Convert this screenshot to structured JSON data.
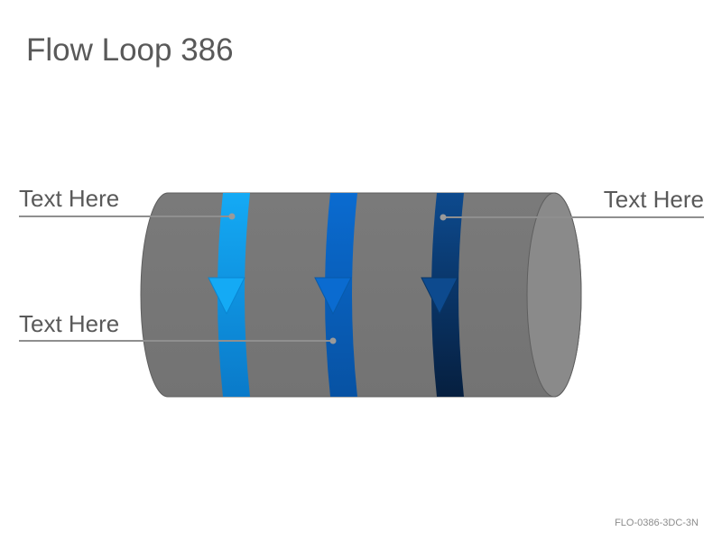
{
  "title": "Flow Loop 386",
  "labels": {
    "left_top": "Text Here",
    "left_bottom": "Text Here",
    "right_top": "Text Here"
  },
  "footer_code": "FLO-0386-3DC-3N",
  "colors": {
    "cylinder_body": "#7a7a7a",
    "cylinder_end": "#8a8a8a",
    "leader_line": "#8f8f8f",
    "band_1": "#1aa3e8",
    "band_2": "#0a66c2",
    "band_3": "#0b3f7d"
  },
  "icons": {
    "arrow": "down-arrow-icon",
    "connector": "dot-marker"
  }
}
